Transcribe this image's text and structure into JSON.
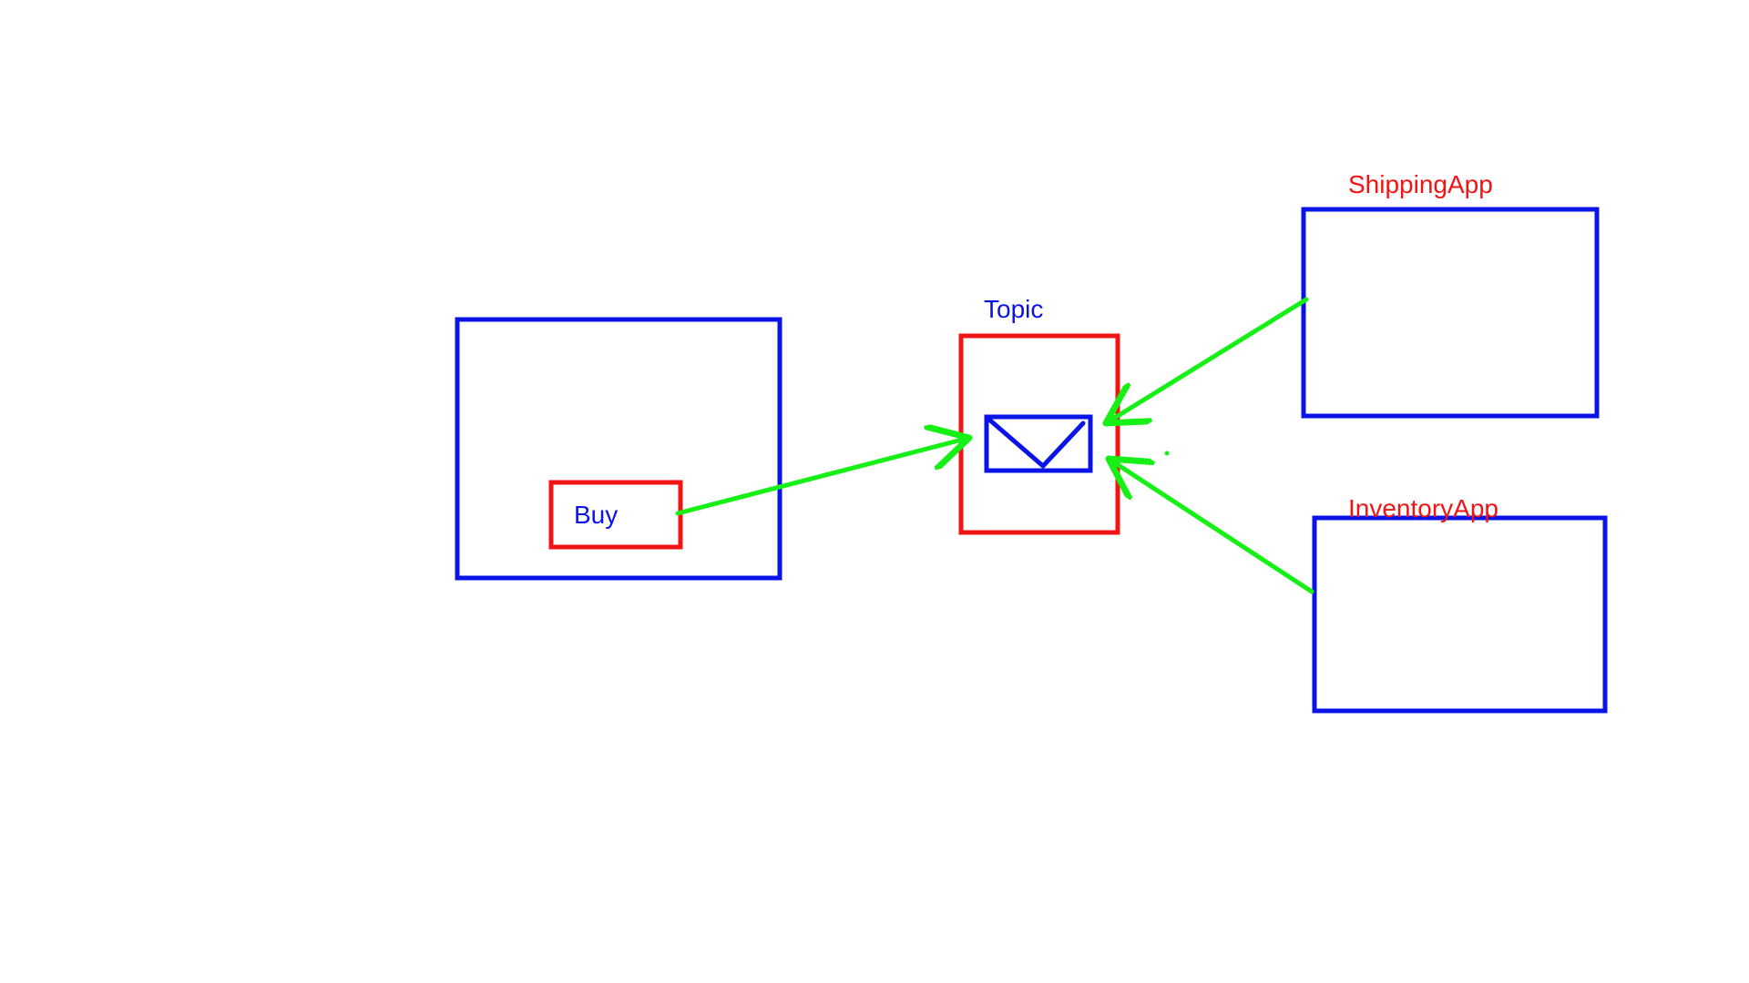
{
  "labels": {
    "buy": "Buy",
    "topic": "Topic",
    "shipping_app": "ShippingApp",
    "inventory_app": "InventoryApp"
  },
  "colors": {
    "blue": "#0a14e6",
    "red": "#f21414",
    "green": "#16f016"
  },
  "icons": {
    "message": "envelope-icon"
  }
}
